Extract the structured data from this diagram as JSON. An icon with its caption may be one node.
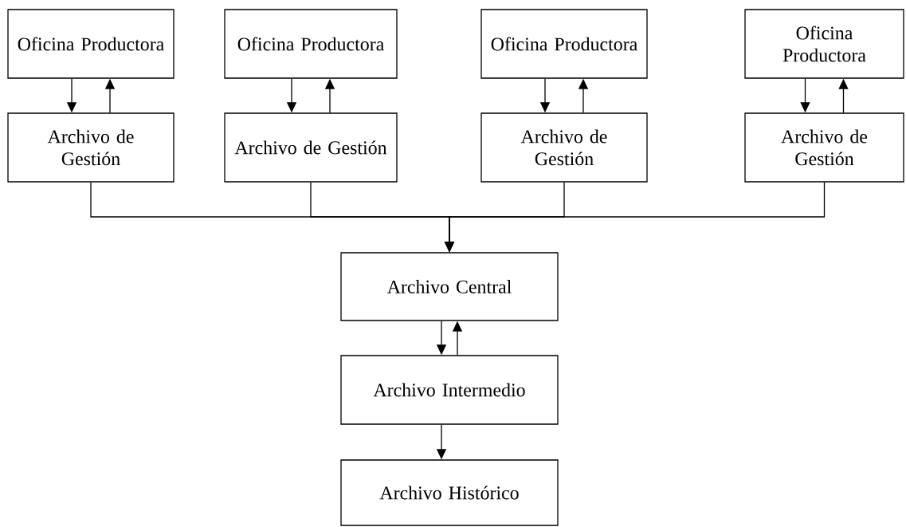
{
  "diagram": {
    "nodes": [
      {
        "text": [
          "Oficina Productora"
        ]
      },
      {
        "text": [
          "Oficina Productora"
        ]
      },
      {
        "text": [
          "Oficina Productora"
        ]
      },
      {
        "text": [
          "Oficina Productora"
        ]
      },
      {
        "text": [
          "Archivo de Gestión"
        ]
      },
      {
        "text": [
          "Archivo de Gestión"
        ]
      },
      {
        "text": [
          "Archivo de Gestión"
        ]
      },
      {
        "text": [
          "Archivo de Gestión"
        ]
      },
      {
        "text": [
          "Archivo Central"
        ]
      },
      {
        "text": [
          "Archivo Intermedio"
        ]
      },
      {
        "text": [
          "Archivo Histórico"
        ]
      }
    ],
    "edges": [
      {
        "from": 0,
        "to": 4,
        "arrow": "to"
      },
      {
        "from": 4,
        "to": 0,
        "arrow": "to"
      },
      {
        "from": 1,
        "to": 5,
        "arrow": "to"
      },
      {
        "from": 5,
        "to": 1,
        "arrow": "to"
      },
      {
        "from": 2,
        "to": 6,
        "arrow": "to"
      },
      {
        "from": 6,
        "to": 2,
        "arrow": "to"
      },
      {
        "from": 3,
        "to": 7,
        "arrow": "to"
      },
      {
        "from": 7,
        "to": 3,
        "arrow": "to"
      },
      {
        "from": 4,
        "to": 8,
        "arrow": "to"
      },
      {
        "from": 5,
        "to": 8,
        "arrow": "to"
      },
      {
        "from": 6,
        "to": 8,
        "arrow": "to"
      },
      {
        "from": 7,
        "to": 8,
        "arrow": "to"
      },
      {
        "from": 8,
        "to": 9,
        "arrow": "to"
      },
      {
        "from": 9,
        "to": 8,
        "arrow": "to"
      },
      {
        "from": 9,
        "to": 10,
        "arrow": "to"
      }
    ]
  }
}
